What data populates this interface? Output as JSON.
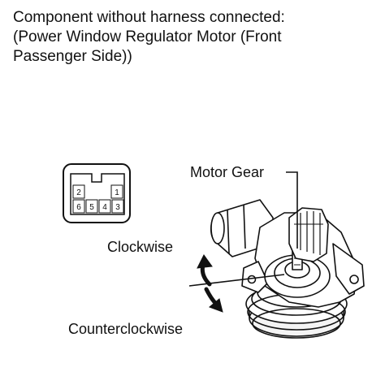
{
  "heading": {
    "line1": "Component without harness connected:",
    "line2": "(Power Window Regulator Motor (Front",
    "line3": "Passenger Side))"
  },
  "connector": {
    "pins_top": [
      "2",
      "1"
    ],
    "pins_bottom": [
      "6",
      "5",
      "4",
      "3"
    ]
  },
  "labels": {
    "motor_gear": "Motor Gear",
    "clockwise": "Clockwise",
    "counterclockwise": "Counterclockwise"
  }
}
